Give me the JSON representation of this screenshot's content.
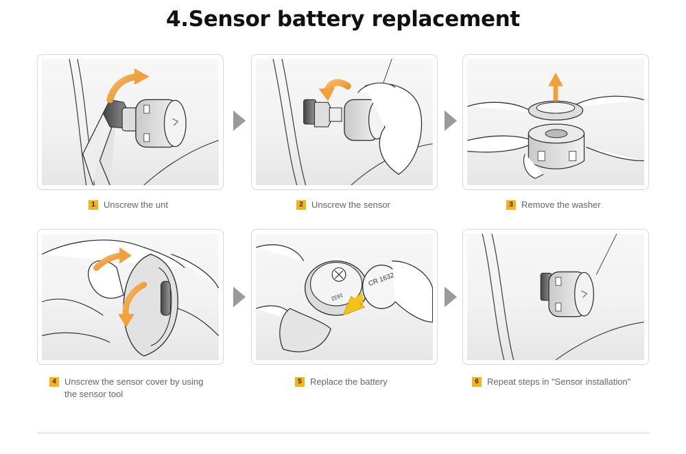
{
  "title": "4.Sensor battery replacement",
  "battery_label": "CR 1632",
  "battery_label_small": "1632",
  "colors": {
    "accent_arrow": "#f0a13a",
    "badge": "#f2b515",
    "step_arrow": "#9a9a9a"
  },
  "steps": [
    {
      "number": "1",
      "text": "Unscrew the unt"
    },
    {
      "number": "2",
      "text": "Unscrew the sensor"
    },
    {
      "number": "3",
      "text": "Remove the washer"
    },
    {
      "number": "4",
      "text": "Unscrew the sensor cover by using\nthe sensor tool"
    },
    {
      "number": "5",
      "text": "Replace the battery"
    },
    {
      "number": "6",
      "text": "Repeat steps in \"Sensor installation\""
    }
  ]
}
